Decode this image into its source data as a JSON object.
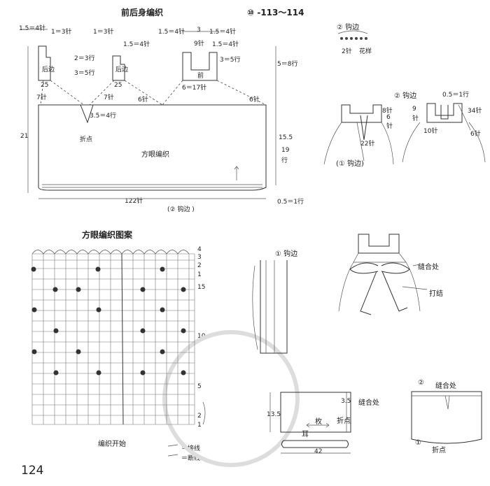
{
  "top": {
    "title": "前后身编织",
    "ref": "⑩ -113～114",
    "measures": {
      "m15_4": "1.5＝4针",
      "m1_3a": "1＝3针",
      "m1_3b": "1＝3针",
      "m15_4b": "1.5＝4针",
      "m15_4c": "1.5＝4针",
      "m3": "3",
      "m9": "9针",
      "m15_4d": "1.5＝4针",
      "m15_4e": "1.5＝4针",
      "r2_3": "2＝3行",
      "r3_5": "3＝5行",
      "r3_5b": "3＝5行",
      "r5_8": "5＝8行",
      "back": "后边",
      "back2": "后边",
      "front": "前",
      "n25a": "25",
      "n25b": "25",
      "n6_17": "6＝17针",
      "n7a": "7针",
      "n7b": "7针",
      "n6a": "6针",
      "n6b": "6针",
      "n35": "3.5＝4行",
      "fold": "折点",
      "body": "方眼编织",
      "n21": "21",
      "n155": "15.5",
      "n19": "19",
      "hang": "行",
      "n122": "122针",
      "edge": "(② 钩边 )",
      "n05": "0.5＝1行"
    }
  },
  "topright": {
    "edge2": "② 钩边",
    "needle2": "2针",
    "flower": "花样",
    "edge2b": "② 钩边",
    "n05": "0.5＝1行",
    "n8": "8针",
    "n6": "6",
    "n6z": "针",
    "n22": "22针",
    "n9": "9",
    "n9z": "针",
    "n34": "34针",
    "n10": "10针",
    "n6b": "6针",
    "edge1": "(① 钩边)"
  },
  "pattern": {
    "title": "方眼编织图案",
    "start": "编织开始",
    "join": "＝接线",
    "cut": "＝断线",
    "rows": [
      "4",
      "3",
      "2",
      "1",
      "15",
      "10",
      "5",
      "2",
      "1"
    ]
  },
  "mid": {
    "edge1": "① 钩边"
  },
  "rightmid": {
    "seam": "缝合处",
    "knot": "打结"
  },
  "bottom": {
    "n135": "13.5",
    "n35": "3.5",
    "seam": "缝合处",
    "mei": "枚",
    "fold": "折点",
    "er": "耳",
    "n42": "42"
  },
  "bottomright": {
    "c2": "②",
    "seam": "缝合处",
    "c1": "①",
    "fold": "折点"
  },
  "page": {
    "number": "124"
  }
}
